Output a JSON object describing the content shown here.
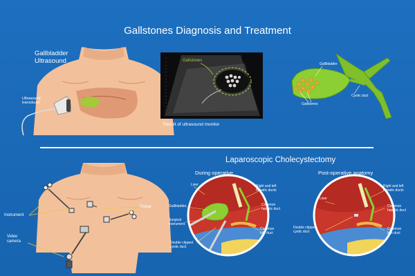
{
  "title": "Gallstones Diagnosis and Treatment",
  "ultrasound": {
    "heading_line1": "Gallbladder",
    "heading_line2": "Ultrasound",
    "transducer_line1": "Ultrasound",
    "transducer_line2": "transducer",
    "monitor_caption": "Result of ultrasound monitor",
    "monitor_label": "Gallstones"
  },
  "gallbladder_anatomy": {
    "gallbladder": "Gallbladder",
    "gallstones": "Gallstones",
    "cystic_duct": "Cystic duct"
  },
  "laparoscopic": {
    "title": "Laparoscopic Cholecystectomy",
    "instrument": "Instrument",
    "trocar": "Trocar",
    "video_line1": "Video",
    "video_line2": "camera",
    "during": {
      "heading": "During operative",
      "liver": "Liver",
      "gallbladder": "Gallbladder",
      "hepatic_line1": "Right and left",
      "hepatic_line2": "hepatic ducts",
      "common_hepatic_line1": "Common",
      "common_hepatic_line2": "hepatic duct",
      "surgical_line1": "Surgical",
      "surgical_line2": "instrument",
      "common_bile_line1": "Common",
      "common_bile_line2": "bile duct",
      "clipped_line1": "Double clipped",
      "clipped_line2": "cystic duct"
    },
    "post": {
      "heading": "Post-operative anatomy",
      "liver": "Liver",
      "hepatic_line1": "Right and left",
      "hepatic_line2": "hepatic ducts",
      "common_hepatic_line1": "Common",
      "common_hepatic_line2": "hepatic duct",
      "clipped_line1": "Double clipped",
      "clipped_line2": "cystic duct",
      "common_bile_line1": "Common",
      "common_bile_line2": "bile duct"
    }
  }
}
